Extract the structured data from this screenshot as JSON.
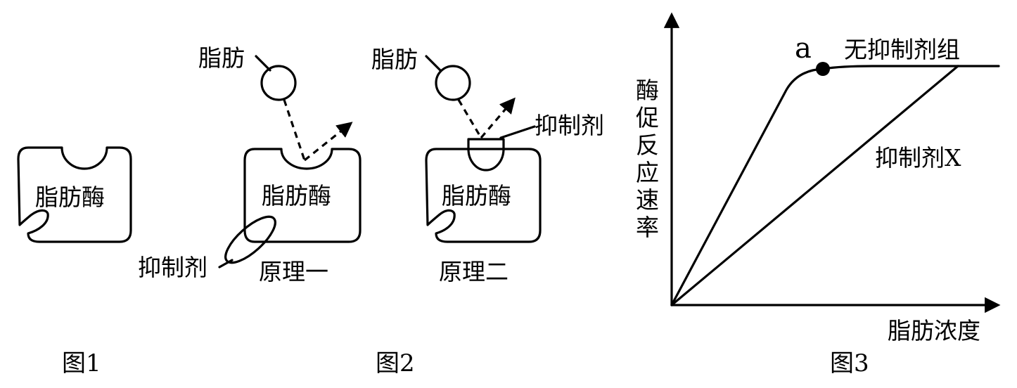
{
  "figure1": {
    "enzyme_label": "脂肪酶",
    "caption": "图1"
  },
  "figure2": {
    "fat_label": "脂肪",
    "enzyme_label": "脂肪酶",
    "inhibitor_label": "抑制剂",
    "principle_one": "原理一",
    "principle_two": "原理二",
    "caption": "图2"
  },
  "figure3": {
    "caption": "图3",
    "y_axis_label": [
      "酶",
      "促",
      "反",
      "应",
      "速",
      "率"
    ],
    "x_axis_label": "脂肪浓度",
    "point_label": "a",
    "curve_no_inhibitor": "无抑制剂组",
    "curve_inhibitor_x": "抑制剂X"
  }
}
